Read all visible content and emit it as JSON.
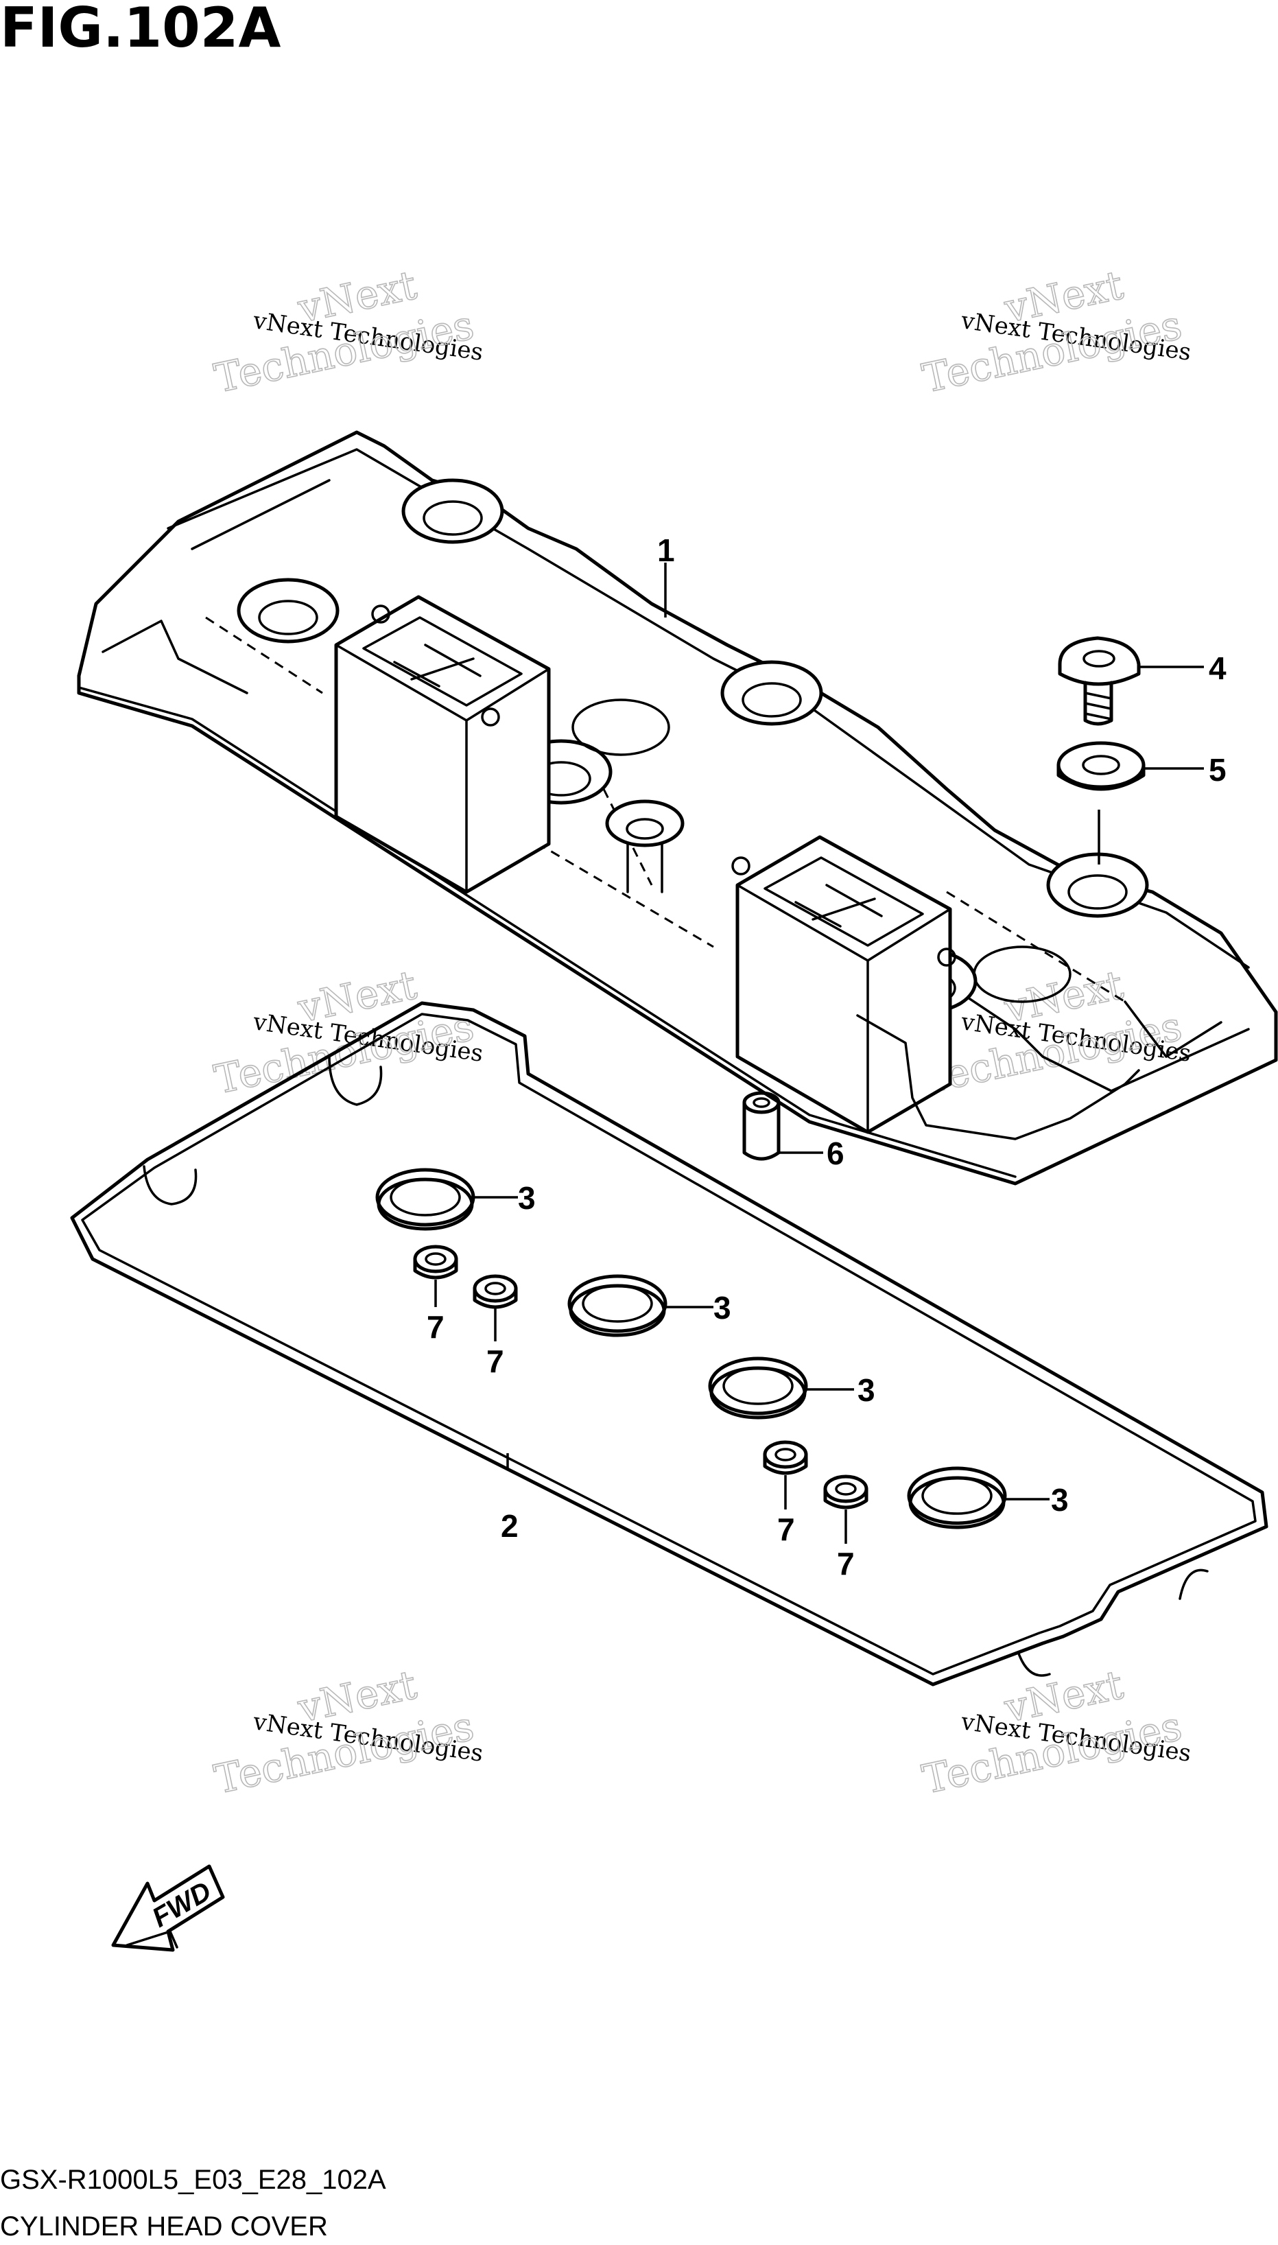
{
  "header": {
    "title": "FIG.102A"
  },
  "watermark": {
    "line1": "vNext Technologies",
    "line2": "vNext",
    "line3": "Technologies"
  },
  "callouts": {
    "cover": "1",
    "gasket": "2",
    "plug_seal_a": "3",
    "plug_seal_b": "3",
    "plug_seal_c": "3",
    "plug_seal_d": "3",
    "bolt": "4",
    "washer": "5",
    "dowel_pin": "6",
    "seal_a": "7",
    "seal_b": "7",
    "seal_c": "7",
    "seal_d": "7"
  },
  "direction_arrow": {
    "label": "FWD"
  },
  "footer": {
    "code": "GSX-R1000L5_E03_E28_102A",
    "caption": "CYLINDER HEAD COVER"
  }
}
